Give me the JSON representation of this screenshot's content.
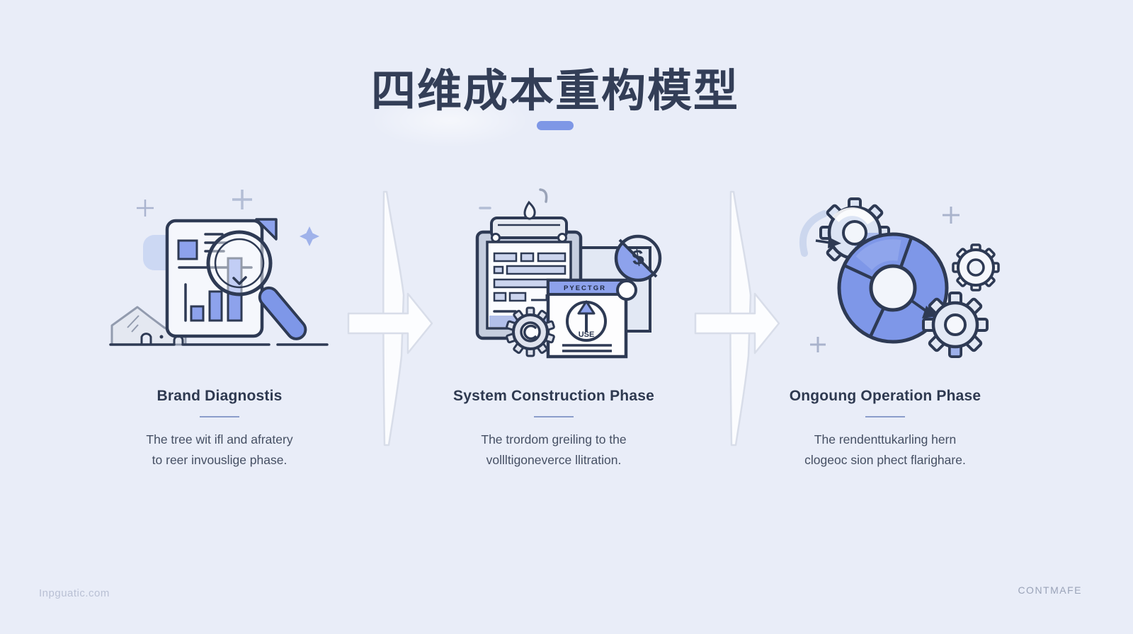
{
  "slide": {
    "title": "四维成本重构模型",
    "footer_left": "Inpguatic.com",
    "footer_right": "CONTMAFE"
  },
  "phases": [
    {
      "heading": "Brand Diagnostis",
      "description_line1": "The tree wit ifl and afratery",
      "description_line2": "to reer invouslige phase."
    },
    {
      "heading": "System Construction Phase",
      "description_line1": "The trordom greiling to the",
      "description_line2": "vollltigoneverce llitration."
    },
    {
      "heading": "Ongoung Operation Phase",
      "description_line1": "The rendenttukarling hern",
      "description_line2": "clogeoc sion phect flarighare."
    }
  ],
  "illustrations": {
    "first": "report-document-with-bar-chart-and-magnifier",
    "second": "clipboard-form-with-crossed-dollar-badge-gear-and-cost-card",
    "third": "segmented-process-donut-with-gears",
    "card_header_label": "PYECTGR",
    "card_badge_label": "USE",
    "currency_symbol": "$"
  },
  "colors": {
    "background": "#e9edf8",
    "title_text": "#333e57",
    "accent": "#7e97e6",
    "outline_navy": "#2e3a54",
    "fill_blue": "#8da2ec",
    "heading_text": "#2e3950",
    "body_text": "#454f63",
    "divider": "#8b9dcb",
    "arrow_fill": "#fbfcfe",
    "arrow_stroke": "#d8dde9",
    "footer_text": "#9aa3b8"
  }
}
